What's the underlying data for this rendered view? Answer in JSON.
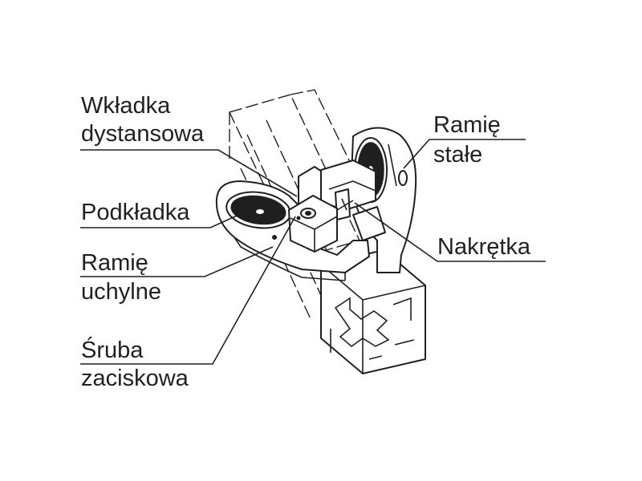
{
  "labels": {
    "wkladka_line1": "Wkładka",
    "wkladka_line2": "dystansowa",
    "podkladka": "Podkładka",
    "ramie_uchylne_line1": "Ramię",
    "ramie_uchylne_line2": "uchylne",
    "sruba_line1": "Śruba",
    "sruba_line2": "zaciskowa",
    "ramie_stale_line1": "Ramię",
    "ramie_stale_line2": "stałe",
    "nakretka": "Nakrętka"
  }
}
